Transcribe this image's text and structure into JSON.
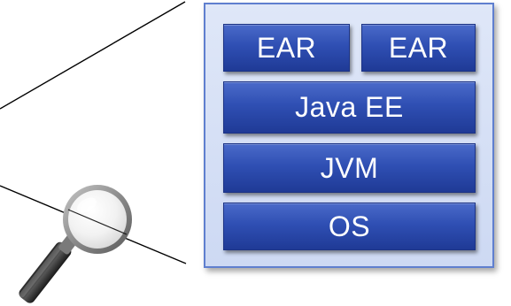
{
  "diagram": {
    "layers": {
      "ear_left": "EAR",
      "ear_right": "EAR",
      "java_ee": "Java EE",
      "jvm": "JVM",
      "os": "OS"
    }
  },
  "icons": {
    "magnifier": "magnifying-glass-icon"
  },
  "colors": {
    "layer_fill": "#2f4fb3",
    "panel_fill": "#d6e0f6",
    "panel_border": "#5f7fcf",
    "text": "#ffffff"
  }
}
